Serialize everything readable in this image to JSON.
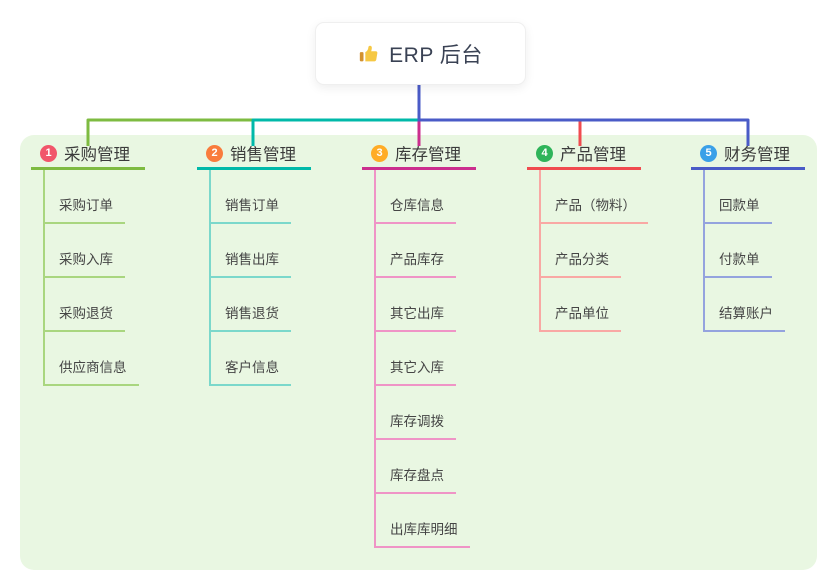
{
  "root": {
    "icon": "thumbs-up",
    "label": "ERP 后台"
  },
  "colors": {
    "page_bg": "#ffffff",
    "panel_bg": "#e9f7e2",
    "root_stem": "#4a5bc7",
    "root_text": "#3a4254",
    "thumb_hand": "#f6c844",
    "thumb_cuff": "#d3912f"
  },
  "branches": [
    {
      "num": "1",
      "title": "采购管理",
      "badge_color": "#f1566b",
      "line_color": "#7ebb41",
      "item_line_color": "#a9d67f",
      "items": [
        "采购订单",
        "采购入库",
        "采购退货",
        "供应商信息"
      ]
    },
    {
      "num": "2",
      "title": "销售管理",
      "badge_color": "#f97c3d",
      "line_color": "#00b9a9",
      "item_line_color": "#7bd8cb",
      "items": [
        "销售订单",
        "销售出库",
        "销售退货",
        "客户信息"
      ]
    },
    {
      "num": "3",
      "title": "库存管理",
      "badge_color": "#ffac26",
      "line_color": "#cb2e8e",
      "item_line_color": "#ef94c6",
      "items": [
        "仓库信息",
        "产品库存",
        "其它出库",
        "其它入库",
        "库存调拨",
        "库存盘点",
        "出库库明细"
      ]
    },
    {
      "num": "4",
      "title": "产品管理",
      "badge_color": "#2fb45a",
      "line_color": "#f04b4f",
      "item_line_color": "#f9a8a4",
      "items": [
        "产品（物料）",
        "产品分类",
        "产品单位"
      ]
    },
    {
      "num": "5",
      "title": "财务管理",
      "badge_color": "#3aa0e8",
      "line_color": "#4a5bc7",
      "item_line_color": "#94a3de",
      "items": [
        "回款单",
        "付款单",
        "结算账户"
      ]
    }
  ]
}
